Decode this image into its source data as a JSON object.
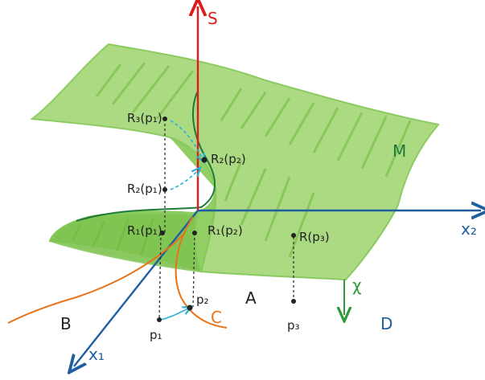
{
  "labels": {
    "axis_s": "S",
    "axis_x1": "x₁",
    "axis_x2": "x₂",
    "manifold": "M",
    "r3_p1": "R₃(p₁)",
    "r2_p2": "R₂(p₂)",
    "r2_p1": "R₂(p₁)",
    "r1_p1": "R₁(p₁)",
    "r1_p2": "R₁(p₂)",
    "r_p3": "R(p₃)",
    "p1": "p₁",
    "p2": "p₂",
    "p3": "p₃",
    "region_a": "A",
    "region_b": "B",
    "region_c": "C",
    "region_d": "D",
    "chi": "χ"
  },
  "colors": {
    "surface_fill": "#9ed36f",
    "surface_edge": "#7cc44f",
    "fold_curve": "#1f7a3a",
    "axis_s": "#e01b1b",
    "axis_x": "#1f5fa0",
    "curve_orange": "#e8741a",
    "arrow_cyan": "#2bb0d8",
    "chi_arrow": "#2f9a3a",
    "ink": "#222222"
  }
}
